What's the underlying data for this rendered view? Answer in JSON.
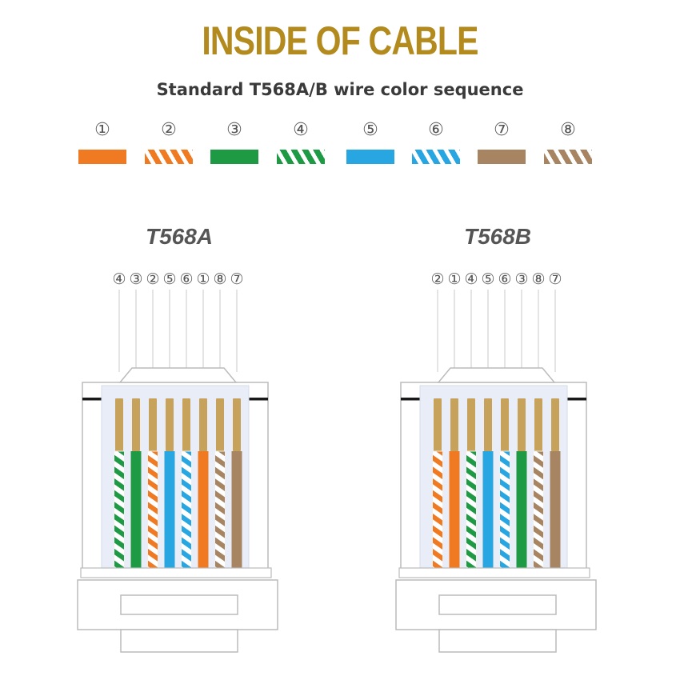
{
  "title": "INSIDE OF CABLE",
  "subtitle": "Standard T568A/B wire color sequence",
  "colors": {
    "orange": "#f07a22",
    "green": "#1e9a45",
    "blue": "#27a6e2",
    "brown": "#a88562",
    "copper": "#c6a25a",
    "title_gold": "#b38a1e"
  },
  "legend": [
    {
      "num": "①",
      "color": "orange",
      "striped": false
    },
    {
      "num": "②",
      "color": "orange",
      "striped": true
    },
    {
      "num": "③",
      "color": "green",
      "striped": false
    },
    {
      "num": "④",
      "color": "green",
      "striped": true
    },
    {
      "num": "⑤",
      "color": "blue",
      "striped": false
    },
    {
      "num": "⑥",
      "color": "blue",
      "striped": true
    },
    {
      "num": "⑦",
      "color": "brown",
      "striped": false
    },
    {
      "num": "⑧",
      "color": "brown",
      "striped": true
    }
  ],
  "connectors": [
    {
      "label": "T568A",
      "sequence": [
        "④",
        "③",
        "②",
        "⑤",
        "⑥",
        "①",
        "⑧",
        "⑦"
      ],
      "wires": [
        {
          "color": "green",
          "striped": true
        },
        {
          "color": "green",
          "striped": false
        },
        {
          "color": "orange",
          "striped": true
        },
        {
          "color": "blue",
          "striped": false
        },
        {
          "color": "blue",
          "striped": true
        },
        {
          "color": "orange",
          "striped": false
        },
        {
          "color": "brown",
          "striped": true
        },
        {
          "color": "brown",
          "striped": false
        }
      ]
    },
    {
      "label": "T568B",
      "sequence": [
        "②",
        "①",
        "④",
        "⑤",
        "⑥",
        "③",
        "⑧",
        "⑦"
      ],
      "wires": [
        {
          "color": "orange",
          "striped": true
        },
        {
          "color": "orange",
          "striped": false
        },
        {
          "color": "green",
          "striped": true
        },
        {
          "color": "blue",
          "striped": false
        },
        {
          "color": "blue",
          "striped": true
        },
        {
          "color": "green",
          "striped": false
        },
        {
          "color": "brown",
          "striped": true
        },
        {
          "color": "brown",
          "striped": false
        }
      ]
    }
  ]
}
